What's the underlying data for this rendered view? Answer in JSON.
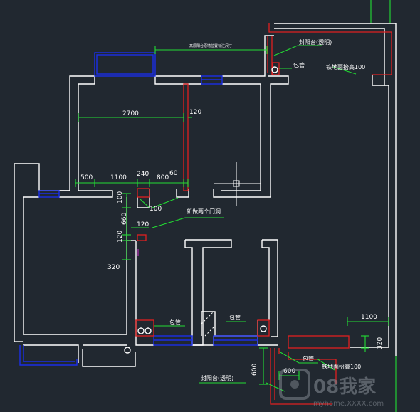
{
  "dimensions": {
    "d2700": "2700",
    "d120_top": "120",
    "d500": "500",
    "d1100": "1100",
    "d240": "240",
    "d800": "800",
    "d60": "60",
    "d100_left": "100",
    "d100_right": "100",
    "d660": "660",
    "d120_mid": "120",
    "d120_side": "120",
    "d320_left": "320",
    "d1100_right": "1100",
    "d320_right": "320",
    "d600_vert": "600",
    "d600_horiz": "600"
  },
  "annotations": {
    "top_small_note": "高层阳台原墙位置标注尺寸",
    "balcony_top": "封阳台(透明)",
    "pipe_top": "包管",
    "floor_raise_top": "铁地面抬高100",
    "new_doors": "新做两个门洞",
    "pipe_bottom_left": "包管",
    "pipe_bottom_mid": "包管",
    "pipe_bottom_right": "包管",
    "floor_raise_bottom": "铁地面抬高100",
    "balcony_bottom": "封阳台(透明)"
  },
  "watermark": {
    "main": "08我家",
    "sub": "myhome.XXXX.com"
  }
}
